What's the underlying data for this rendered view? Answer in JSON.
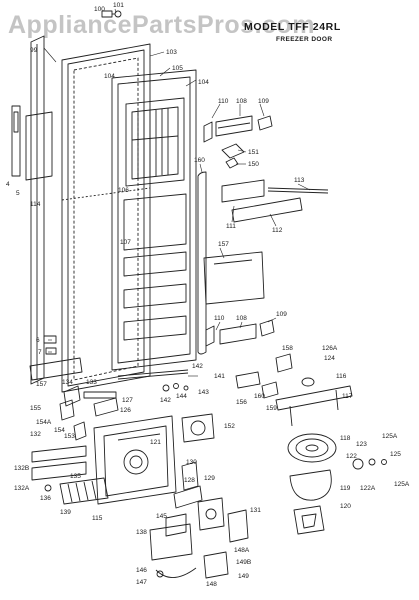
{
  "watermark": "AppliancePartsPros.com",
  "header": {
    "model": "MODEL TFF 24RL",
    "subtitle": "FREEZER DOOR"
  },
  "part_labels": {
    "p100": "100",
    "p101": "101",
    "p99": "99",
    "p103": "103",
    "p105": "105",
    "p104a": "104",
    "p104b": "104",
    "p110a": "110",
    "p108a": "108",
    "p109a": "109",
    "p4": "4",
    "p5": "5",
    "p114": "114",
    "p151": "151",
    "p150": "150",
    "p106": "106",
    "p160": "160",
    "p113": "113",
    "p111": "111",
    "p112": "112",
    "p107": "107",
    "p157a": "157",
    "p6": "6",
    "p7": "7",
    "p110b": "110",
    "p108b": "108",
    "p109b": "109",
    "p157b": "157",
    "p158": "158",
    "p126a": "126A",
    "p124": "124",
    "p142a": "142",
    "p141": "141",
    "p116": "116",
    "p134": "134",
    "p133": "133",
    "p155": "155",
    "p127": "127",
    "p126": "126",
    "p142b": "142",
    "p144": "144",
    "p143": "143",
    "p156": "156",
    "p160b": "160",
    "p159": "159",
    "p117": "117",
    "p154a": "154A",
    "p154": "154",
    "p153": "153",
    "p132": "132",
    "p152": "152",
    "p121": "121",
    "p118": "118",
    "p123": "123",
    "p125a": "125A",
    "p122": "122",
    "p125": "125",
    "p132b": "132B",
    "p132a": "132A",
    "p135": "135",
    "p130": "130",
    "p119": "119",
    "p122a": "122A",
    "p125b": "125A",
    "p136": "136",
    "p128": "128",
    "p129": "129",
    "p139": "139",
    "p115": "115",
    "p120": "120",
    "p145": "145",
    "p131": "131",
    "p138": "138",
    "p148a": "148A",
    "p149b": "149B",
    "p146": "146",
    "p147": "147",
    "p148": "148",
    "p149": "149"
  }
}
